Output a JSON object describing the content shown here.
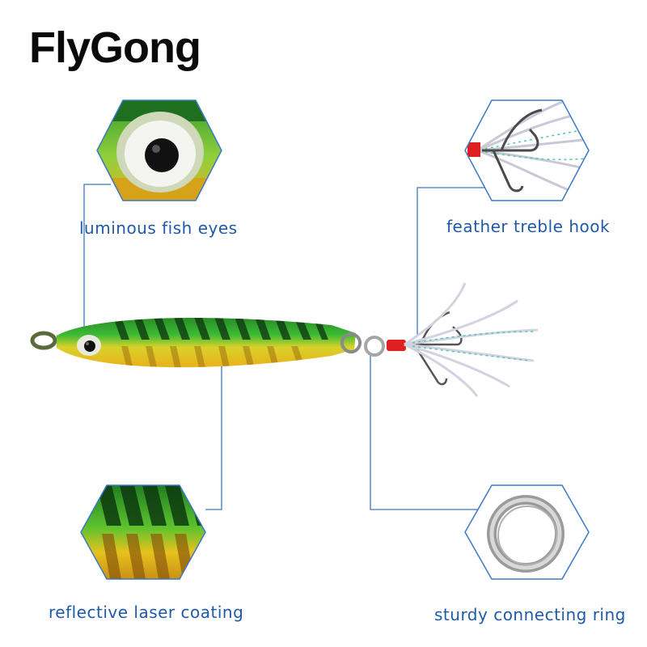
{
  "brand": {
    "name": "FlyGong"
  },
  "features": {
    "eyes": {
      "label": "luminous fish eyes"
    },
    "hook": {
      "label": "feather treble hook"
    },
    "coating": {
      "label": "reflective laser coating"
    },
    "ring": {
      "label": "sturdy connecting ring"
    }
  },
  "colors": {
    "caption": "#1f5aa8",
    "leader_line": "#3b78c4",
    "lure_green": "#2e9a2a",
    "lure_gold": "#e0b21e"
  }
}
